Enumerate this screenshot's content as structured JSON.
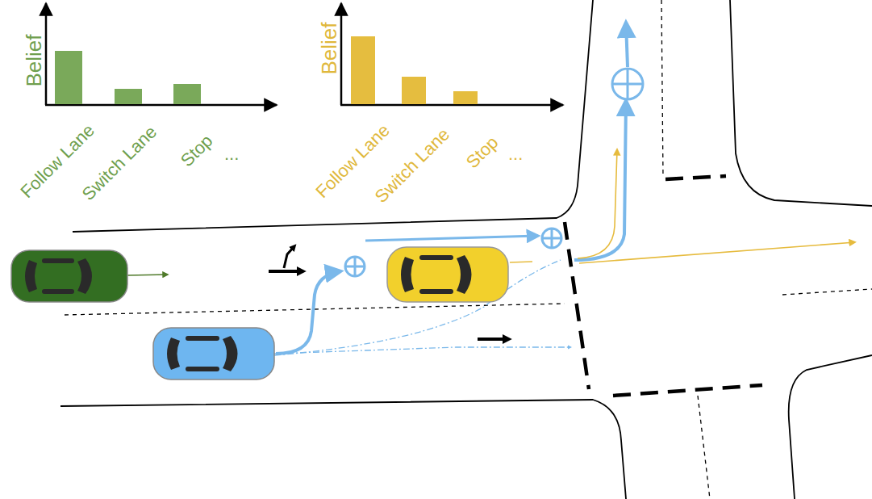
{
  "diagram": {
    "labels": [
      "Belief",
      "Follow Lane",
      "Switch Lane",
      "Stop",
      "...",
      "Belief",
      "Follow Lane",
      "Switch Lane",
      "Stop",
      "..."
    ]
  }
}
